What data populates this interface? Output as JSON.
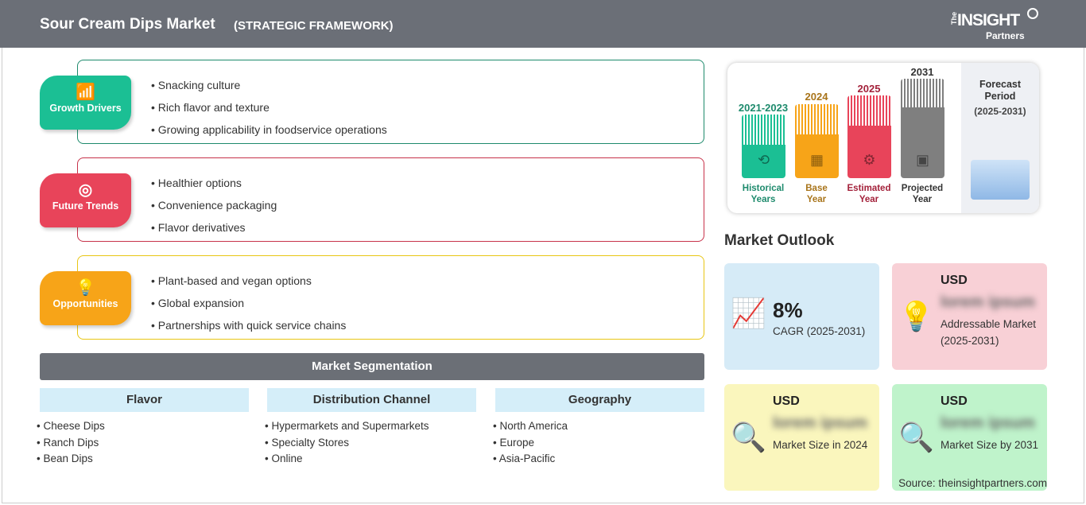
{
  "header": {
    "title": "Sour Cream Dips Market",
    "subtitle": "(STRATEGIC FRAMEWORK)",
    "logo_text": "The INSIGHT Partners"
  },
  "framework": [
    {
      "label": "Growth Drivers",
      "icon": "growth-chart-icon",
      "color": "#1bbf94",
      "border": "#1d8a6c",
      "items": [
        "Snacking culture",
        "Rich flavor and texture",
        "Growing applicability in foodservice operations"
      ]
    },
    {
      "label": "Future Trends",
      "icon": "target-icon",
      "color": "#e8445a",
      "border": "#c7324a",
      "items": [
        "Healthier options",
        "Convenience packaging",
        "Flavor derivatives"
      ]
    },
    {
      "label": "Opportunities",
      "icon": "lightbulb-hand-icon",
      "color": "#f7a418",
      "border": "#e8c614",
      "items": [
        "Plant-based and vegan options",
        "Global expansion",
        "Partnerships with quick service chains"
      ]
    }
  ],
  "segmentation": {
    "title": "Market Segmentation",
    "columns": [
      {
        "header": "Flavor",
        "items": [
          "Cheese Dips",
          "Ranch Dips",
          "Bean Dips"
        ]
      },
      {
        "header": "Distribution Channel",
        "items": [
          "Hypermarkets and Supermarkets",
          "Specialty Stores",
          "Online"
        ]
      },
      {
        "header": "Geography",
        "items": [
          "North America",
          "Europe",
          "Asia-Pacific"
        ]
      }
    ]
  },
  "timeline": {
    "bars": [
      {
        "year": "2021-2023",
        "label1": "Historical",
        "label2": "Years",
        "color": "#1bbf94",
        "text_color": "#1d8a6c"
      },
      {
        "year": "2024",
        "label1": "Base",
        "label2": "Year",
        "color": "#f7a418",
        "text_color": "#a8741a"
      },
      {
        "year": "2025",
        "label1": "Estimated",
        "label2": "Year",
        "color": "#e8445a",
        "text_color": "#a3213a"
      },
      {
        "year": "2031",
        "label1": "Projected",
        "label2": "Year",
        "color": "#7f7f7f",
        "text_color": "#333333"
      }
    ],
    "forecast_title": "Forecast Period",
    "forecast_range": "(2025-2031)"
  },
  "outlook": {
    "title": "Market Outlook",
    "cards": [
      {
        "value": "8%",
        "desc": "CAGR (2025-2031)",
        "bg": "#d6ebf7"
      },
      {
        "usd": "USD",
        "value": "lorem ipsum",
        "desc": "Addressable Market (2025-2031)",
        "bg": "#f8d0d6"
      },
      {
        "usd": "USD",
        "value": "lorem ipsum",
        "desc": "Market Size in 2024",
        "bg": "#faf6bd"
      },
      {
        "usd": "USD",
        "value": "lorem ipsum",
        "desc": "Market Size by 2031",
        "bg": "#bff3cb"
      }
    ]
  },
  "source": "Source: theinsightpartners.com"
}
